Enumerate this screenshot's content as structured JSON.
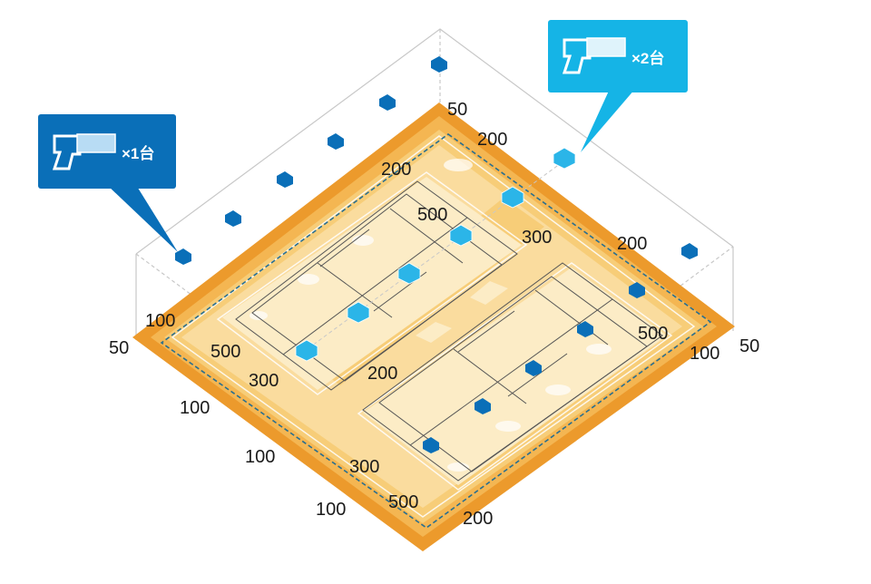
{
  "callouts": {
    "single": {
      "count_text": "×1台",
      "icon": "floodlight-icon",
      "color": "#0a6fb8"
    },
    "double": {
      "count_text": "×2台",
      "icon": "floodlight-icon",
      "color": "#15b4e6"
    }
  },
  "contour_labels": {
    "top_corner": "50",
    "top_inner": "200",
    "top_left_edge": "200",
    "left_court_center": "500",
    "center_upper": "300",
    "right_upper": "200",
    "left_corner_outer": "50",
    "left_corner_inner": "100",
    "left_inner": "500",
    "left_mid": "300",
    "center": "200",
    "right_inner": "500",
    "right_corner_inner": "100",
    "right_corner_outer": "50",
    "left_edge_upper": "100",
    "left_edge_lower": "100",
    "bottom_mid": "300",
    "bottom_inner": "500",
    "bottom_left": "100",
    "bottom_corner": "200"
  },
  "colors": {
    "illum_50": "#ec9a2c",
    "illum_100": "#f4b652",
    "illum_200": "#f7cd78",
    "illum_300": "#fadc9e",
    "illum_500": "#fcecc6",
    "pole_single": "#0a6fb8",
    "pole_double": "#2bb5e8"
  }
}
